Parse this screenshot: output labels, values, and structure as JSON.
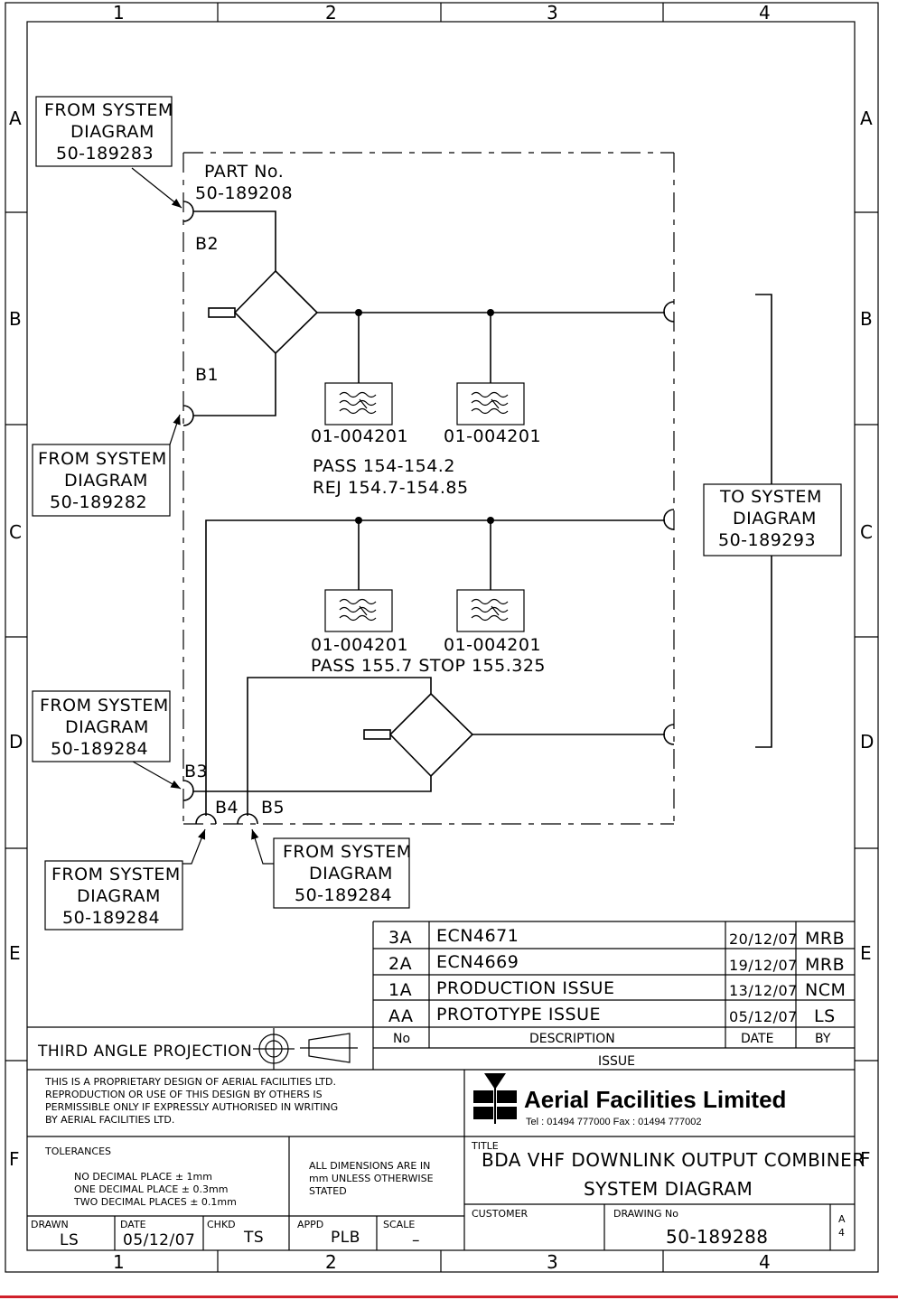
{
  "grid": {
    "columns": [
      "1",
      "2",
      "3",
      "4"
    ],
    "rows": [
      "A",
      "B",
      "C",
      "D",
      "E",
      "F"
    ]
  },
  "diagram": {
    "part_label": "PART No.",
    "part_number": "50-189208",
    "ports": {
      "b1": "B1",
      "b2": "B2",
      "b3": "B3",
      "b4": "B4",
      "b5": "B5"
    },
    "from_boxes": [
      {
        "line1": "FROM SYSTEM",
        "line2": "DIAGRAM",
        "line3": "50-189283"
      },
      {
        "line1": "FROM SYSTEM",
        "line2": "DIAGRAM",
        "line3": "50-189282"
      },
      {
        "line1": "FROM SYSTEM",
        "line2": "DIAGRAM",
        "line3": "50-189284"
      },
      {
        "line1": "FROM SYSTEM",
        "line2": "DIAGRAM",
        "line3": "50-189284"
      },
      {
        "line1": "FROM SYSTEM",
        "line2": "DIAGRAM",
        "line3": "50-189284"
      }
    ],
    "to_box": {
      "line1": "TO SYSTEM",
      "line2": "DIAGRAM",
      "line3": "50-189293"
    },
    "filters": [
      "01-004201",
      "01-004201",
      "01-004201",
      "01-004201"
    ],
    "upper_note": {
      "line1": "PASS 154-154.2",
      "line2": "REJ 154.7-154.85"
    },
    "lower_note": "PASS 155.7 STOP 155.325"
  },
  "revisions": {
    "rows": [
      {
        "no": "3A",
        "description": "ECN4671",
        "date": "20/12/07",
        "by": "MRB"
      },
      {
        "no": "2A",
        "description": "ECN4669",
        "date": "19/12/07",
        "by": "MRB"
      },
      {
        "no": "1A",
        "description": "PRODUCTION ISSUE",
        "date": "13/12/07",
        "by": "NCM"
      },
      {
        "no": "AA",
        "description": "PROTOTYPE ISSUE",
        "date": "05/12/07",
        "by": "LS"
      }
    ],
    "headers": {
      "no": "No",
      "description": "DESCRIPTION",
      "date": "DATE",
      "by": "BY"
    },
    "issue_label": "ISSUE"
  },
  "title_block": {
    "projection": "THIRD ANGLE PROJECTION",
    "proprietary": [
      "THIS IS A PROPRIETARY DESIGN OF AERIAL FACILITIES LTD.",
      "REPRODUCTION OR USE OF THIS DESIGN BY OTHERS IS",
      "PERMISSIBLE ONLY IF EXPRESSLY AUTHORISED IN WRITING",
      "BY AERIAL FACILITIES LTD."
    ],
    "company": "Aerial Facilities Limited",
    "contact": "Tel : 01494 777000 Fax : 01494 777002",
    "tolerances_label": "TOLERANCES",
    "tolerances": [
      "NO DECIMAL PLACE ± 1mm",
      "ONE DECIMAL PLACE ± 0.3mm",
      "TWO DECIMAL PLACES ± 0.1mm"
    ],
    "dimensions_note": [
      "ALL DIMENSIONS ARE IN",
      "mm UNLESS OTHERWISE",
      "STATED"
    ],
    "title_label": "TITLE",
    "title_line1": "BDA VHF DOWNLINK OUTPUT COMBINER",
    "title_line2": "SYSTEM DIAGRAM",
    "customer_label": "CUSTOMER",
    "drawing_no_label": "DRAWING No",
    "drawing_no": "50-189288",
    "sheet_size_1": "A",
    "sheet_size_2": "4",
    "drawn_label": "DRAWN",
    "drawn": "LS",
    "date_label": "DATE",
    "date": "05/12/07",
    "chkd_label": "CHKD",
    "chkd": "TS",
    "appd_label": "APPD",
    "appd": "PLB",
    "scale_label": "SCALE",
    "scale": "–"
  },
  "colors": {
    "ink": "#000000",
    "rule": "#d0202a"
  }
}
